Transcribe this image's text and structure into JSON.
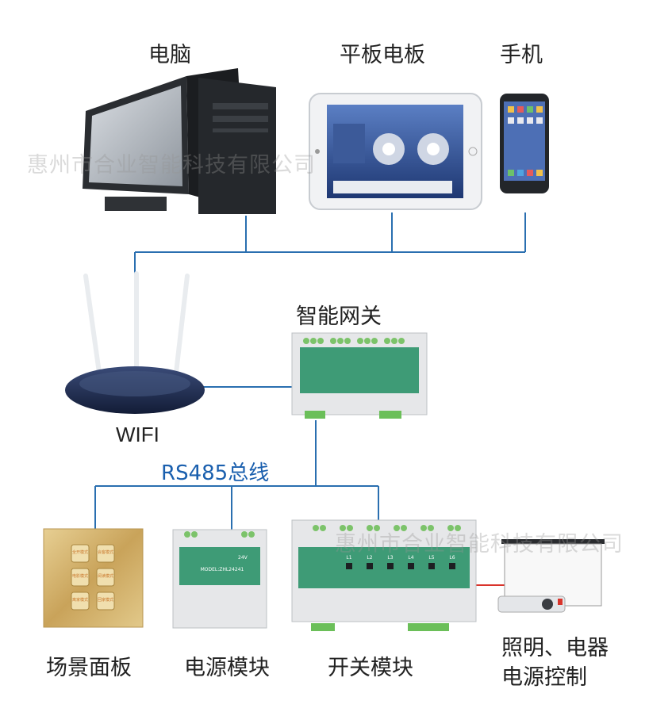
{
  "labels": {
    "computer": "电脑",
    "tablet": "平板电板",
    "phone": "手机",
    "gateway": "智能网关",
    "wifi": "WIFI",
    "bus": "RS485总线",
    "scene_panel": "场景面板",
    "power_module": "电源模块",
    "switch_module": "开关模块",
    "lighting_line1": "照明、电器",
    "lighting_line2": "电源控制"
  },
  "watermark": "惠州市合业智能科技有限公司",
  "panel_buttons": [
    "全开模式",
    "会客模式",
    "电影模式",
    "阅读模式",
    "离家模式",
    "回家模式"
  ],
  "power_model": "MODEL:ZHL24241",
  "power_voltage": "24V",
  "switch_channels": [
    "L1",
    "L2",
    "L3",
    "L4",
    "L5",
    "L6"
  ],
  "colors": {
    "line": "#2a6fb0",
    "module": "#3e9b76",
    "bus": "#1a5fae"
  }
}
